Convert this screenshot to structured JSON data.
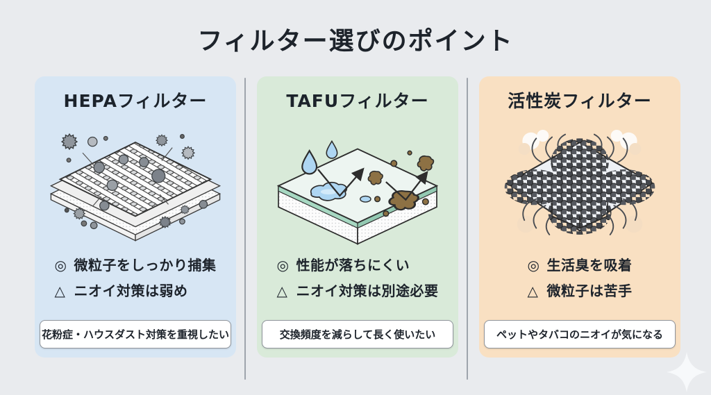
{
  "page": {
    "title": "フィルター選びのポイント",
    "background_color": "#e9ebee",
    "icons": {
      "sparkle": "four-pointed-star"
    }
  },
  "cards": [
    {
      "title": "HEPAフィルター",
      "color": "#d7e6f4",
      "illustration": "woven-hepa-mesh-with-dust-particles",
      "pro": {
        "symbol": "◎",
        "text": "微粒子をしっかり捕集"
      },
      "con": {
        "symbol": "△",
        "text": "ニオイ対策は弱め"
      },
      "recommendation": "花粉症・ハウスダスト対策を重視したい"
    },
    {
      "title": "TAFUフィルター",
      "color": "#d9ead9",
      "illustration": "water-repellent-sheet-with-droplets-and-stains",
      "pro": {
        "symbol": "◎",
        "text": "性能が落ちにくい"
      },
      "con": {
        "symbol": "△",
        "text": "ニオイ対策は別途必要"
      },
      "recommendation": "交換頻度を減らして長く使いたい"
    },
    {
      "title": "活性炭フィルター",
      "color": "#f9e0c2",
      "illustration": "activated-carbon-granules-with-odor-smoke",
      "pro": {
        "symbol": "◎",
        "text": "生活臭を吸着"
      },
      "con": {
        "symbol": "△",
        "text": "微粒子は苦手"
      },
      "recommendation": "ペットやタバコのニオイが気になる"
    }
  ]
}
